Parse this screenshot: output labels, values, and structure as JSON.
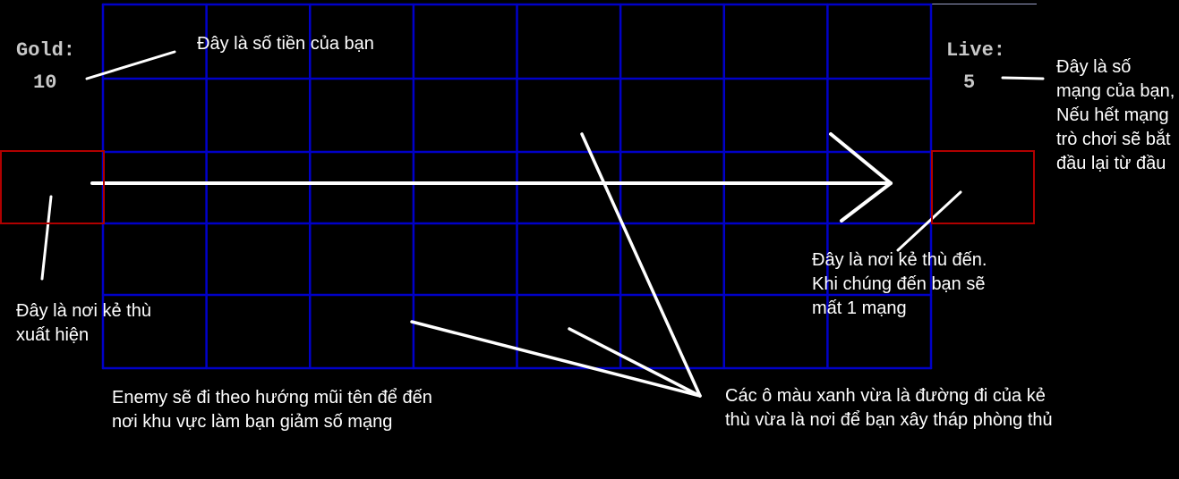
{
  "hud": {
    "gold_label": "Gold:",
    "gold_value": "10",
    "live_label": "Live:",
    "live_value": "5"
  },
  "notes": {
    "gold": "Đây là số tiền của bạn",
    "lives": "Đây là số mạng của bạn, Nếu hết mạng trò chơi sẽ bắt đầu lại từ đầu",
    "spawn": "Đây là nơi kẻ thù xuất hiện",
    "goal": "Đây là nơi kẻ thù đến. Khi chúng đến bạn sẽ mất 1 mạng",
    "path": "Enemy sẽ đi theo hướng mũi tên để đến nơi khu vực làm bạn giảm số mạng",
    "tiles": "Các ô màu xanh vừa là đường đi của kẻ thù vừa là nơi để bạn xây tháp phòng thủ"
  },
  "grid": {
    "columns": 8,
    "rows": 5
  },
  "colors": {
    "grid_line": "#0000c8",
    "zone_border": "#b00000",
    "annotation": "#ffffff",
    "hud_text": "#c8c8c8"
  }
}
